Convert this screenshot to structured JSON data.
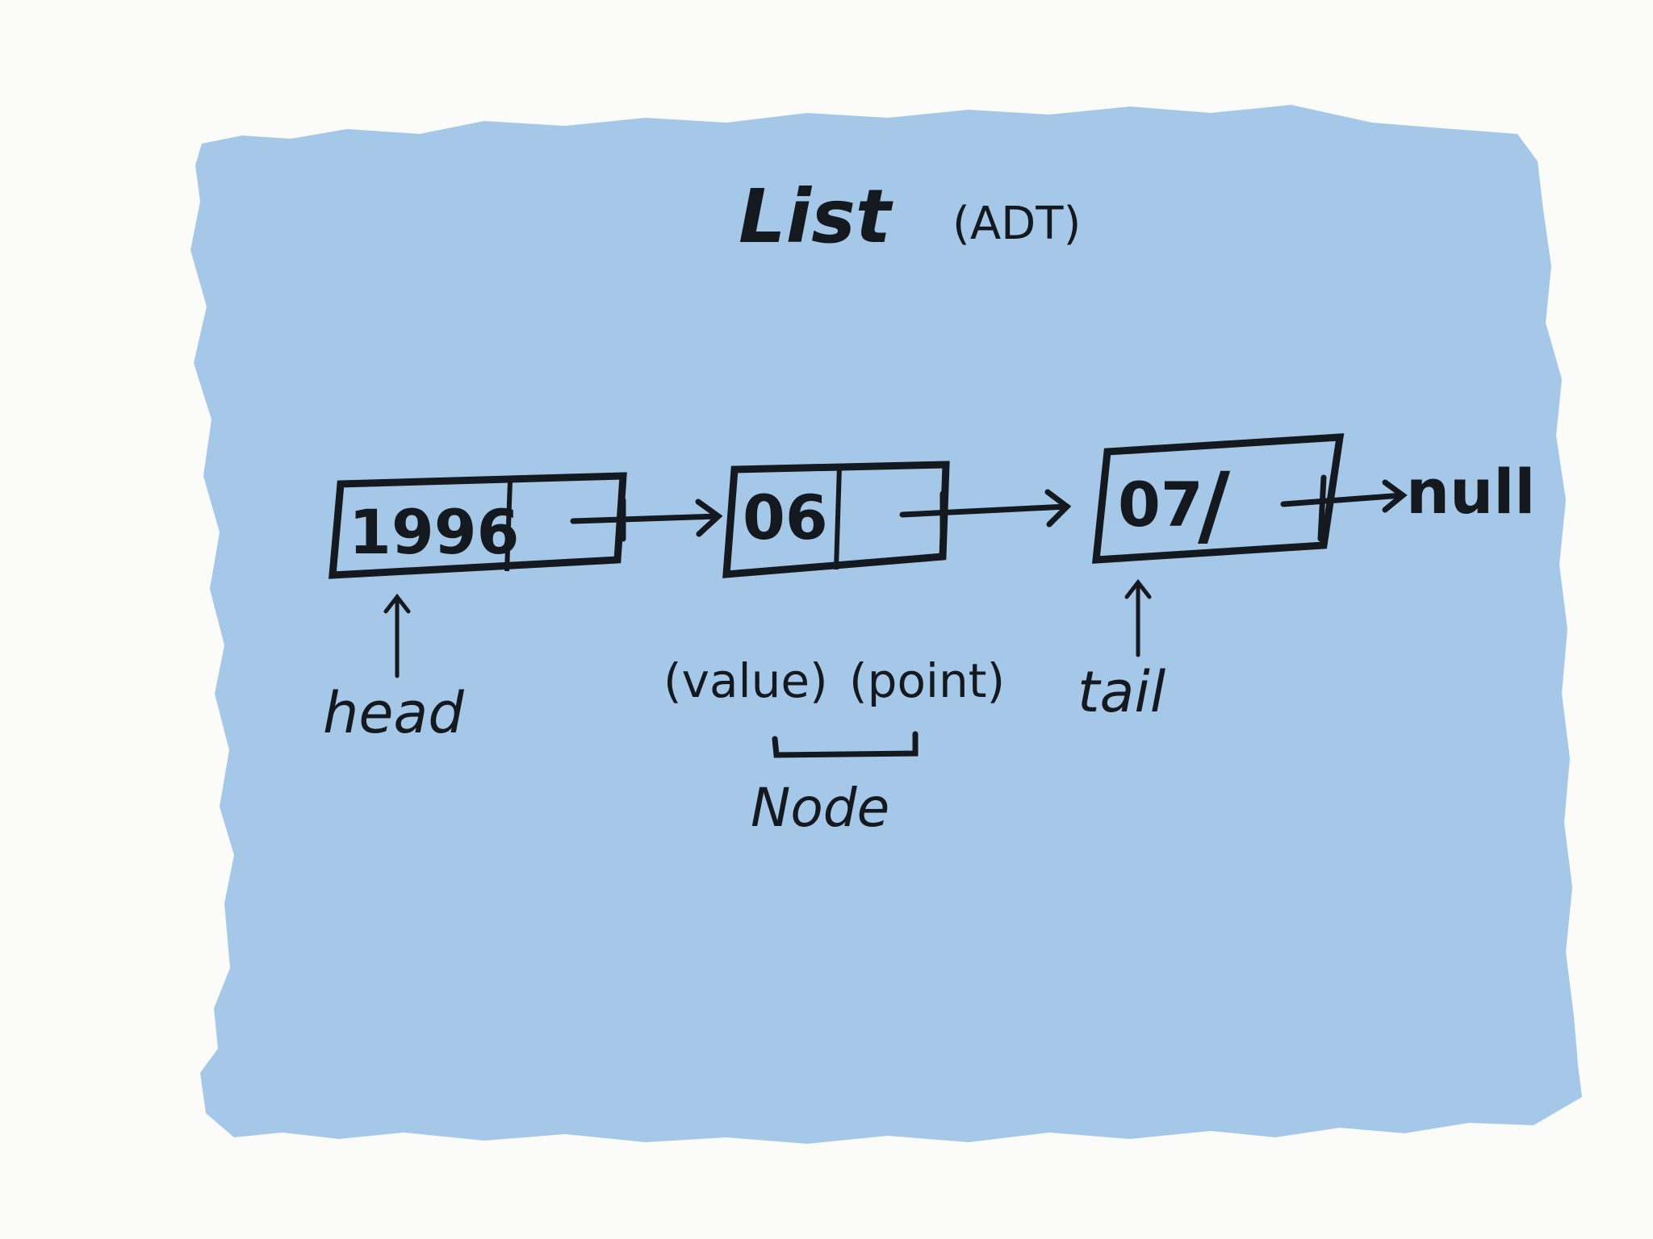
{
  "title": {
    "main": "List",
    "sub": "(ADT)"
  },
  "nodes": [
    {
      "value": "1996",
      "pointer": ""
    },
    {
      "value": "06",
      "pointer": ""
    },
    {
      "value": "07",
      "pointer": "/"
    }
  ],
  "terminator": "null",
  "labels": {
    "head": "head",
    "tail": "tail",
    "value": "(value)",
    "point": "(point)",
    "node": "Node"
  },
  "colors": {
    "paper": "#fbfbfa",
    "wash": "#a6c8e8",
    "ink": "#14181f"
  }
}
